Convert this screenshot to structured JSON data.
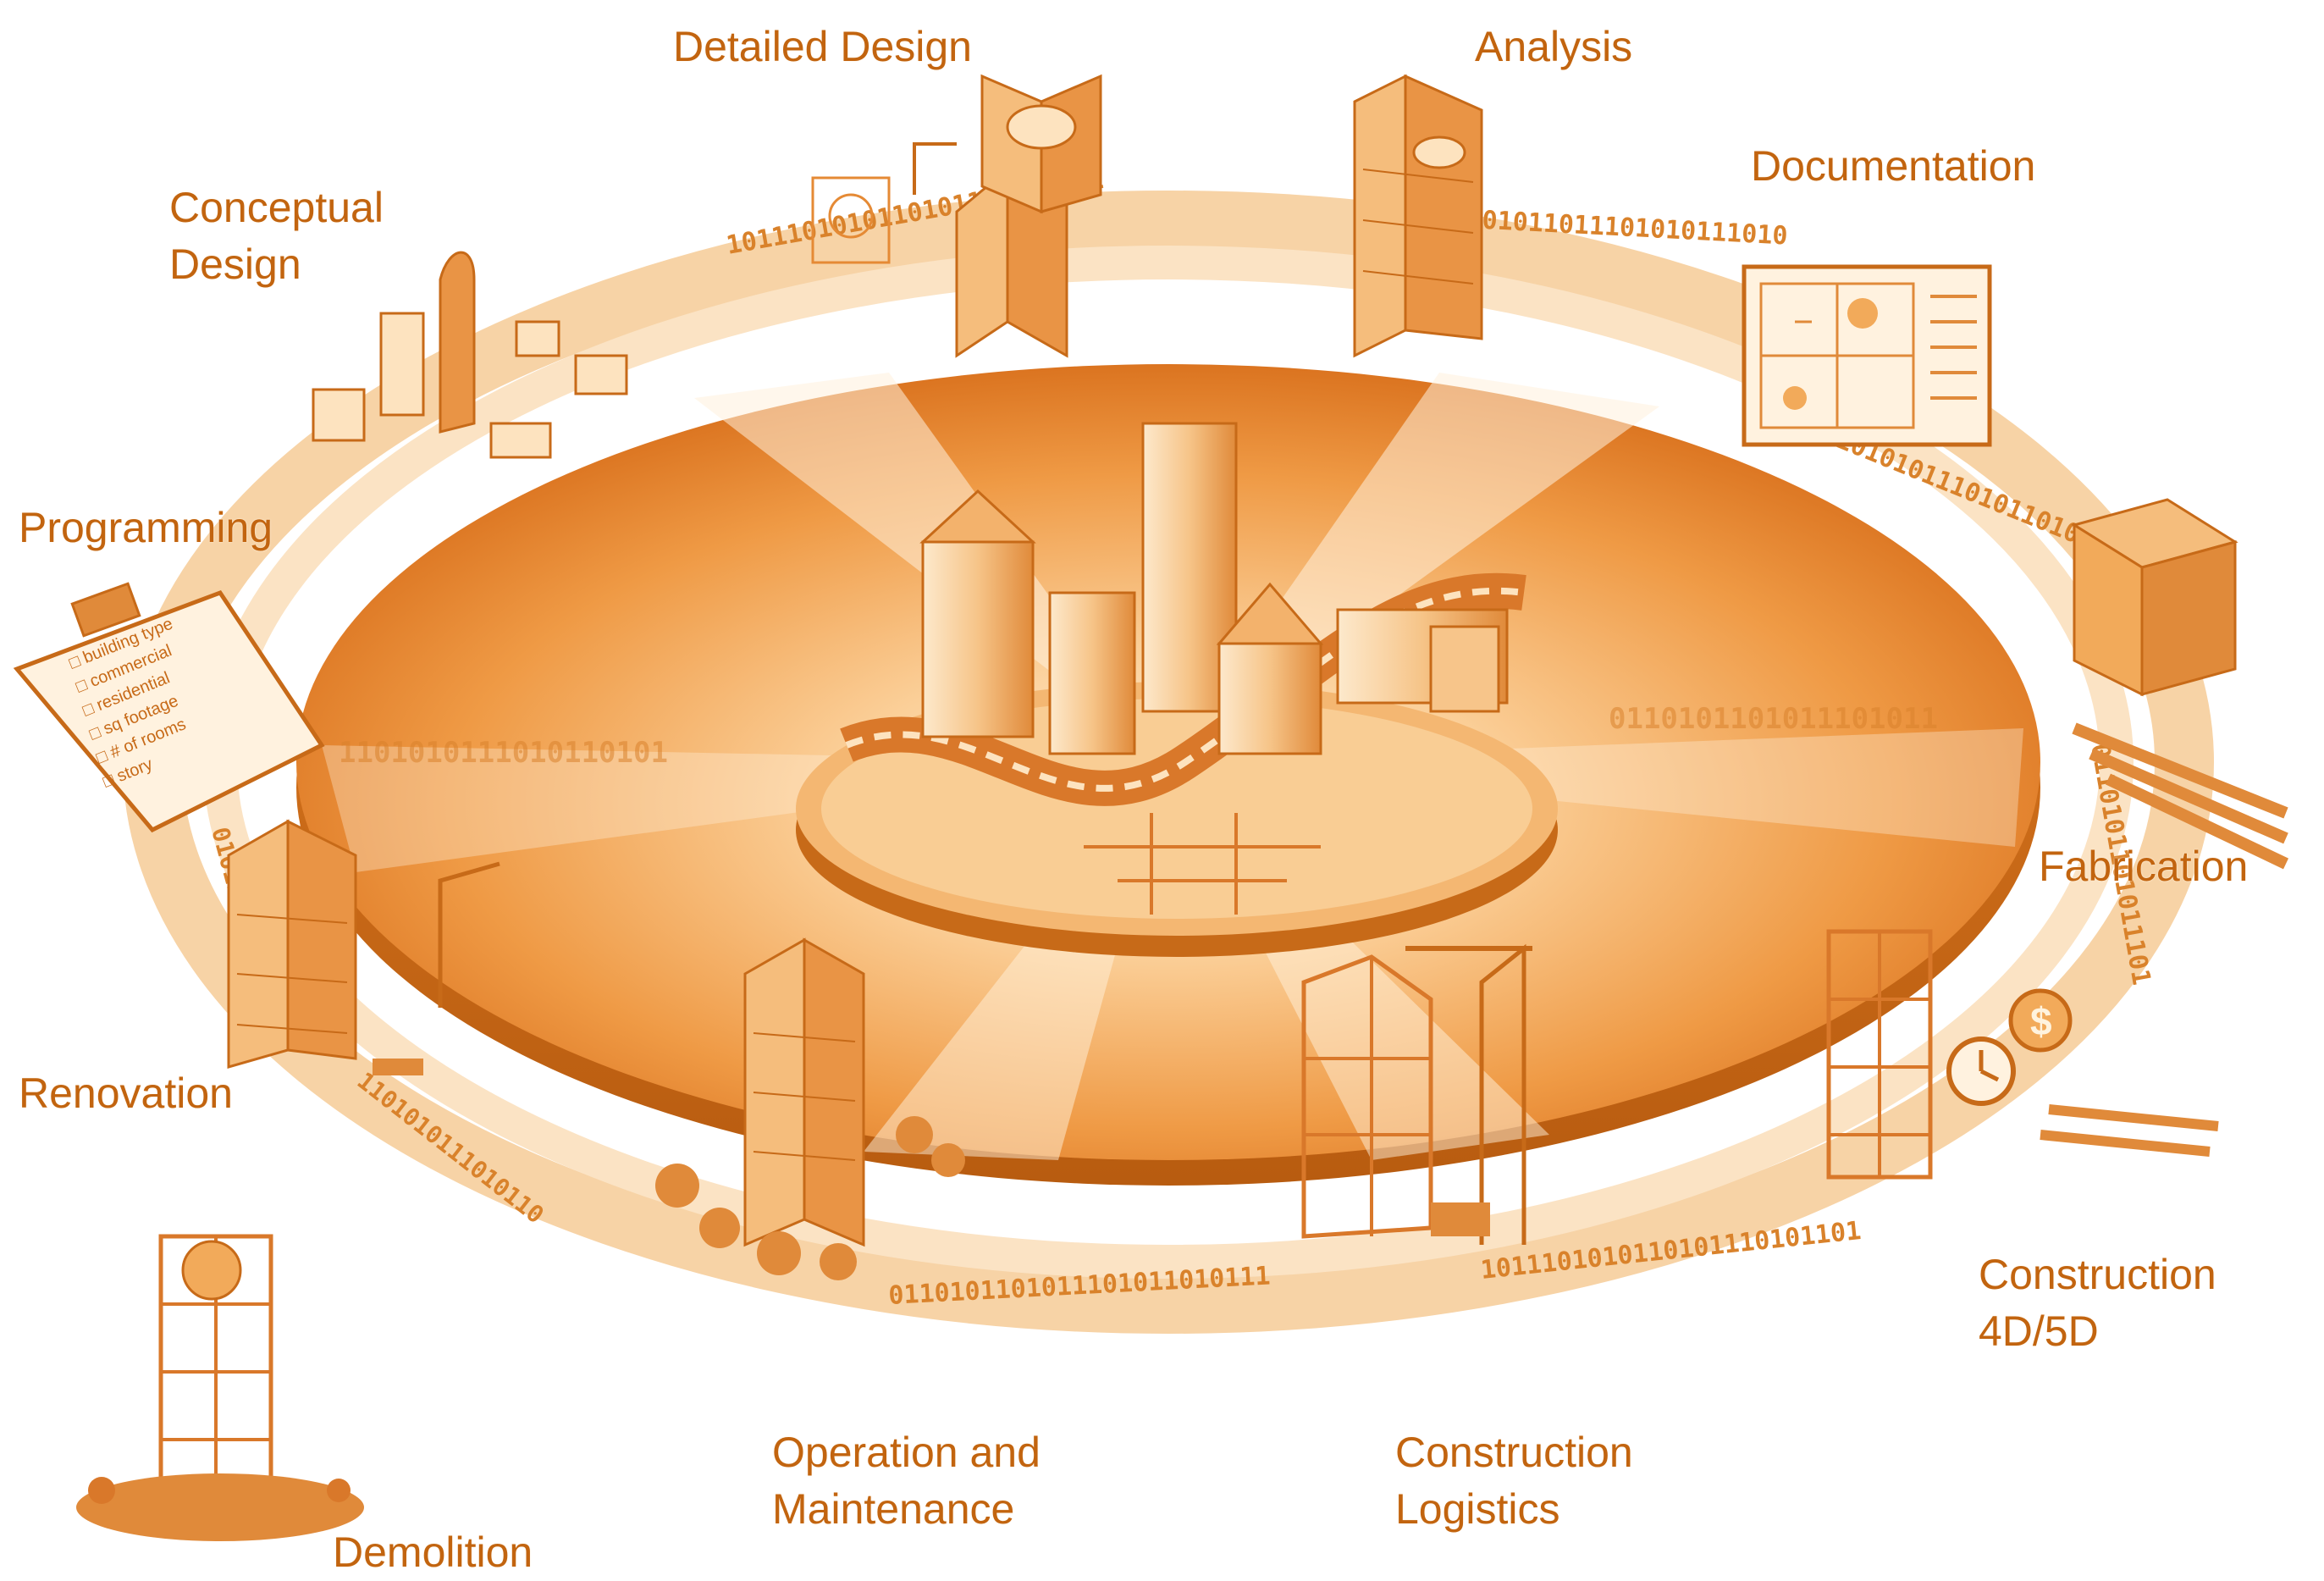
{
  "colors": {
    "primary": "#e8892e",
    "dark": "#c2640f",
    "light": "#fbd8a8",
    "glow": "#fff4e1"
  },
  "binary_strings": [
    "1011101010110101110101101",
    "0101101011011101010111010",
    "1101010111010110101101110",
    "0110101101011101011010111"
  ],
  "stages": [
    {
      "id": "detailed-design",
      "lines": [
        "Detailed Design"
      ],
      "icon": "tower-building-icon"
    },
    {
      "id": "analysis",
      "lines": [
        "Analysis"
      ],
      "icon": "analysis-tower-icon"
    },
    {
      "id": "documentation",
      "lines": [
        "Documentation"
      ],
      "icon": "floor-plan-sheet-icon"
    },
    {
      "id": "fabrication",
      "lines": [
        "Fabrication"
      ],
      "icon": "fabrication-frame-icon"
    },
    {
      "id": "construction-4d5d",
      "lines": [
        "Construction",
        "4D/5D"
      ],
      "icon": "clock-and-dollar-icon"
    },
    {
      "id": "construction-logistics",
      "lines": [
        "Construction",
        "Logistics"
      ],
      "icon": "crane-icon"
    },
    {
      "id": "operation-maintenance",
      "lines": [
        "Operation and",
        "Maintenance"
      ],
      "icon": "tower-with-trees-icon"
    },
    {
      "id": "demolition",
      "lines": [
        "Demolition"
      ],
      "icon": "demolished-building-icon"
    },
    {
      "id": "renovation",
      "lines": [
        "Renovation"
      ],
      "icon": "renovation-building-icon"
    },
    {
      "id": "programming",
      "lines": [
        "Programming"
      ],
      "icon": "clipboard-icon"
    },
    {
      "id": "conceptual-design",
      "lines": [
        "Conceptual",
        "Design"
      ],
      "icon": "massing-model-icon"
    }
  ],
  "clipboard": {
    "items": [
      "building type",
      "commercial",
      "residential",
      "sq footage",
      "# of rooms",
      "story"
    ]
  }
}
